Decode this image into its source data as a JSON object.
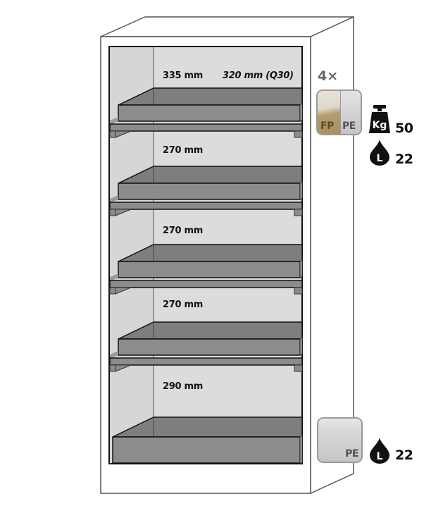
{
  "figure": {
    "type": "safety storage cabinet shelf diagram",
    "colors": {
      "cabinet_outline": "#555555",
      "inner_wall": "#dcdcdc",
      "side_wall": "#d3d3d3",
      "tray": "#8c8c8c",
      "tray_dark": "#7a7a7a",
      "material_fp": "#b8a27a",
      "material_pe": "#c8c8c8",
      "icon_black": "#111111"
    }
  },
  "compartments": [
    {
      "label": "335 mm",
      "alt_label": "320 mm (Q30)"
    },
    {
      "label": "270 mm"
    },
    {
      "label": "270 mm"
    },
    {
      "label": "270 mm"
    },
    {
      "label": "290 mm"
    }
  ],
  "shelf_badge": {
    "multiplier": "4×",
    "materials": [
      "FP",
      "PE"
    ],
    "weight_icon_label": "Kg",
    "weight_value": "50",
    "volume_icon_label": "L",
    "volume_value": "22"
  },
  "sump_badge": {
    "material": "PE",
    "volume_icon_label": "L",
    "volume_value": "22"
  }
}
